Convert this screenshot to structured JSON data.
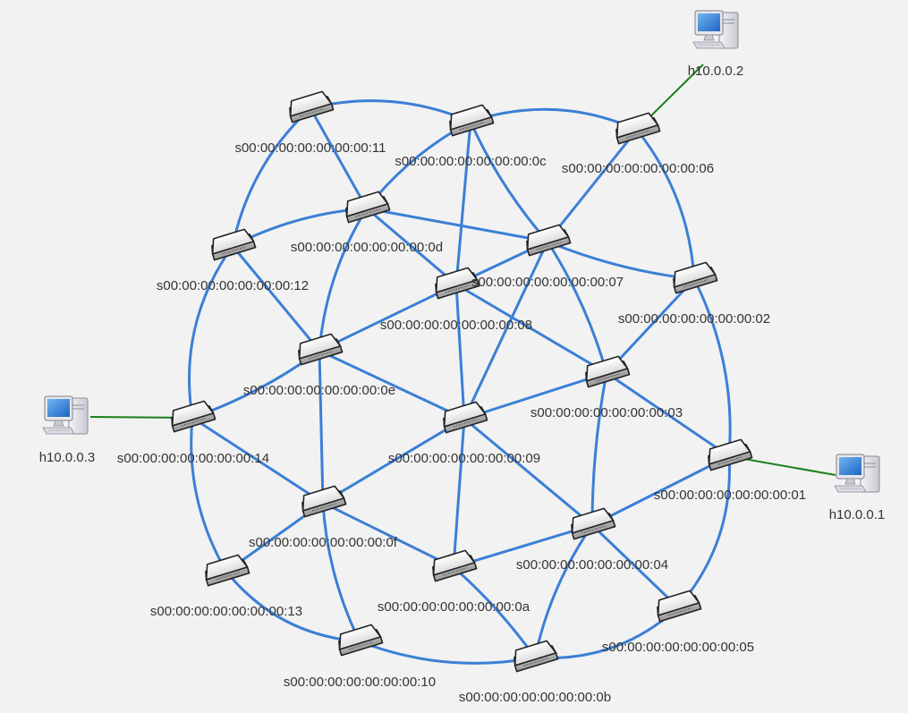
{
  "colors": {
    "background": "#f2f2f2",
    "switch_link": "#3b7fd6",
    "host_link": "#1a7f1a",
    "label": "#333333"
  },
  "switches": [
    {
      "id": "01",
      "label": "s00:00:00:00:00:00:00:01",
      "icon": "network-switch-icon"
    },
    {
      "id": "02",
      "label": "s00:00:00:00:00:00:00:02",
      "icon": "network-switch-icon"
    },
    {
      "id": "03",
      "label": "s00:00:00:00:00:00:00:03",
      "icon": "network-switch-icon"
    },
    {
      "id": "04",
      "label": "s00:00:00:00:00:00:00:04",
      "icon": "network-switch-icon"
    },
    {
      "id": "05",
      "label": "s00:00:00:00:00:00:00:05",
      "icon": "network-switch-icon"
    },
    {
      "id": "06",
      "label": "s00:00:00:00:00:00:00:06",
      "icon": "network-switch-icon"
    },
    {
      "id": "07",
      "label": "s00:00:00:00:00:00:00:07",
      "icon": "network-switch-icon"
    },
    {
      "id": "08",
      "label": "s00:00:00:00:00:00:00:08",
      "icon": "network-switch-icon"
    },
    {
      "id": "09",
      "label": "s00:00:00:00:00:00:00:09",
      "icon": "network-switch-icon"
    },
    {
      "id": "0a",
      "label": "s00:00:00:00:00:00:00:0a",
      "icon": "network-switch-icon"
    },
    {
      "id": "0b",
      "label": "s00:00:00:00:00:00:00:0b",
      "icon": "network-switch-icon"
    },
    {
      "id": "0c",
      "label": "s00:00:00:00:00:00:00:0c",
      "icon": "network-switch-icon"
    },
    {
      "id": "0d",
      "label": "s00:00:00:00:00:00:00:0d",
      "icon": "network-switch-icon"
    },
    {
      "id": "0e",
      "label": "s00:00:00:00:00:00:00:0e",
      "icon": "network-switch-icon"
    },
    {
      "id": "0f",
      "label": "s00:00:00:00:00:00:00:0f",
      "icon": "network-switch-icon"
    },
    {
      "id": "10",
      "label": "s00:00:00:00:00:00:00:10",
      "icon": "network-switch-icon"
    },
    {
      "id": "11",
      "label": "s00:00:00:00:00:00:00:11",
      "icon": "network-switch-icon"
    },
    {
      "id": "12",
      "label": "s00:00:00:00:00:00:00:12",
      "icon": "network-switch-icon"
    },
    {
      "id": "13",
      "label": "s00:00:00:00:00:00:00:13",
      "icon": "network-switch-icon"
    },
    {
      "id": "14",
      "label": "s00:00:00:00:00:00:00:14",
      "icon": "network-switch-icon"
    }
  ],
  "hosts": [
    {
      "id": "h1",
      "label": "h10.0.0.1",
      "icon": "desktop-computer-icon"
    },
    {
      "id": "h2",
      "label": "h10.0.0.2",
      "icon": "desktop-computer-icon"
    },
    {
      "id": "h3",
      "label": "h10.0.0.3",
      "icon": "desktop-computer-icon"
    }
  ],
  "links": [
    [
      "11",
      "0c"
    ],
    [
      "0c",
      "06"
    ],
    [
      "06",
      "02"
    ],
    [
      "02",
      "01"
    ],
    [
      "01",
      "05"
    ],
    [
      "05",
      "0b"
    ],
    [
      "0b",
      "10"
    ],
    [
      "10",
      "13"
    ],
    [
      "13",
      "14"
    ],
    [
      "14",
      "12"
    ],
    [
      "12",
      "11"
    ],
    [
      "11",
      "0d"
    ],
    [
      "0c",
      "0d"
    ],
    [
      "0c",
      "08"
    ],
    [
      "0c",
      "07"
    ],
    [
      "06",
      "07"
    ],
    [
      "07",
      "02"
    ],
    [
      "02",
      "03"
    ],
    [
      "03",
      "01"
    ],
    [
      "01",
      "04"
    ],
    [
      "04",
      "05"
    ],
    [
      "04",
      "0b"
    ],
    [
      "0a",
      "0b"
    ],
    [
      "0f",
      "10"
    ],
    [
      "0f",
      "13"
    ],
    [
      "0f",
      "14"
    ],
    [
      "0e",
      "14"
    ],
    [
      "0e",
      "12"
    ],
    [
      "0d",
      "12"
    ],
    [
      "0d",
      "07"
    ],
    [
      "0d",
      "08"
    ],
    [
      "0d",
      "0e"
    ],
    [
      "08",
      "07"
    ],
    [
      "08",
      "0e"
    ],
    [
      "08",
      "03"
    ],
    [
      "08",
      "09"
    ],
    [
      "07",
      "09"
    ],
    [
      "07",
      "03"
    ],
    [
      "0e",
      "09"
    ],
    [
      "0e",
      "0f"
    ],
    [
      "09",
      "03"
    ],
    [
      "09",
      "0f"
    ],
    [
      "09",
      "0a"
    ],
    [
      "09",
      "04"
    ],
    [
      "03",
      "04"
    ],
    [
      "0f",
      "0a"
    ],
    [
      "0a",
      "04"
    ]
  ],
  "host_links": [
    [
      "h1",
      "01"
    ],
    [
      "h2",
      "06"
    ],
    [
      "h3",
      "14"
    ]
  ]
}
